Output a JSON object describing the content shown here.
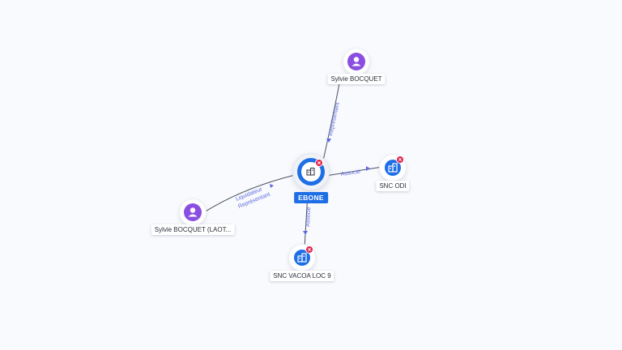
{
  "nodes": {
    "center": {
      "label": "EBONE",
      "icon": "building-icon",
      "type": "company",
      "color": "#1e6ee6"
    },
    "bocquet_top": {
      "label": "Sylvie BOCQUET",
      "icon": "person-icon",
      "type": "person",
      "color": "#8a4fe0"
    },
    "bocquet_left": {
      "label": "Sylvie BOCQUET (LAOT...",
      "icon": "person-icon",
      "type": "person",
      "color": "#8a4fe0"
    },
    "snc_odi": {
      "label": "SNC ODI",
      "icon": "building-icon",
      "type": "company",
      "color": "#1e6ee6"
    },
    "snc_vacoa": {
      "label": "SNC VACOA LOC 9",
      "icon": "building-icon",
      "type": "company",
      "color": "#1e6ee6"
    }
  },
  "edges": {
    "top": {
      "label": "Représentant"
    },
    "left": {
      "label1": "Liquidateur",
      "label2": "Représentant"
    },
    "right": {
      "label": "Associé"
    },
    "bottom": {
      "label": "Associé"
    }
  },
  "colors": {
    "remove": "#e0234b",
    "edge_label": "#5d6be0"
  }
}
